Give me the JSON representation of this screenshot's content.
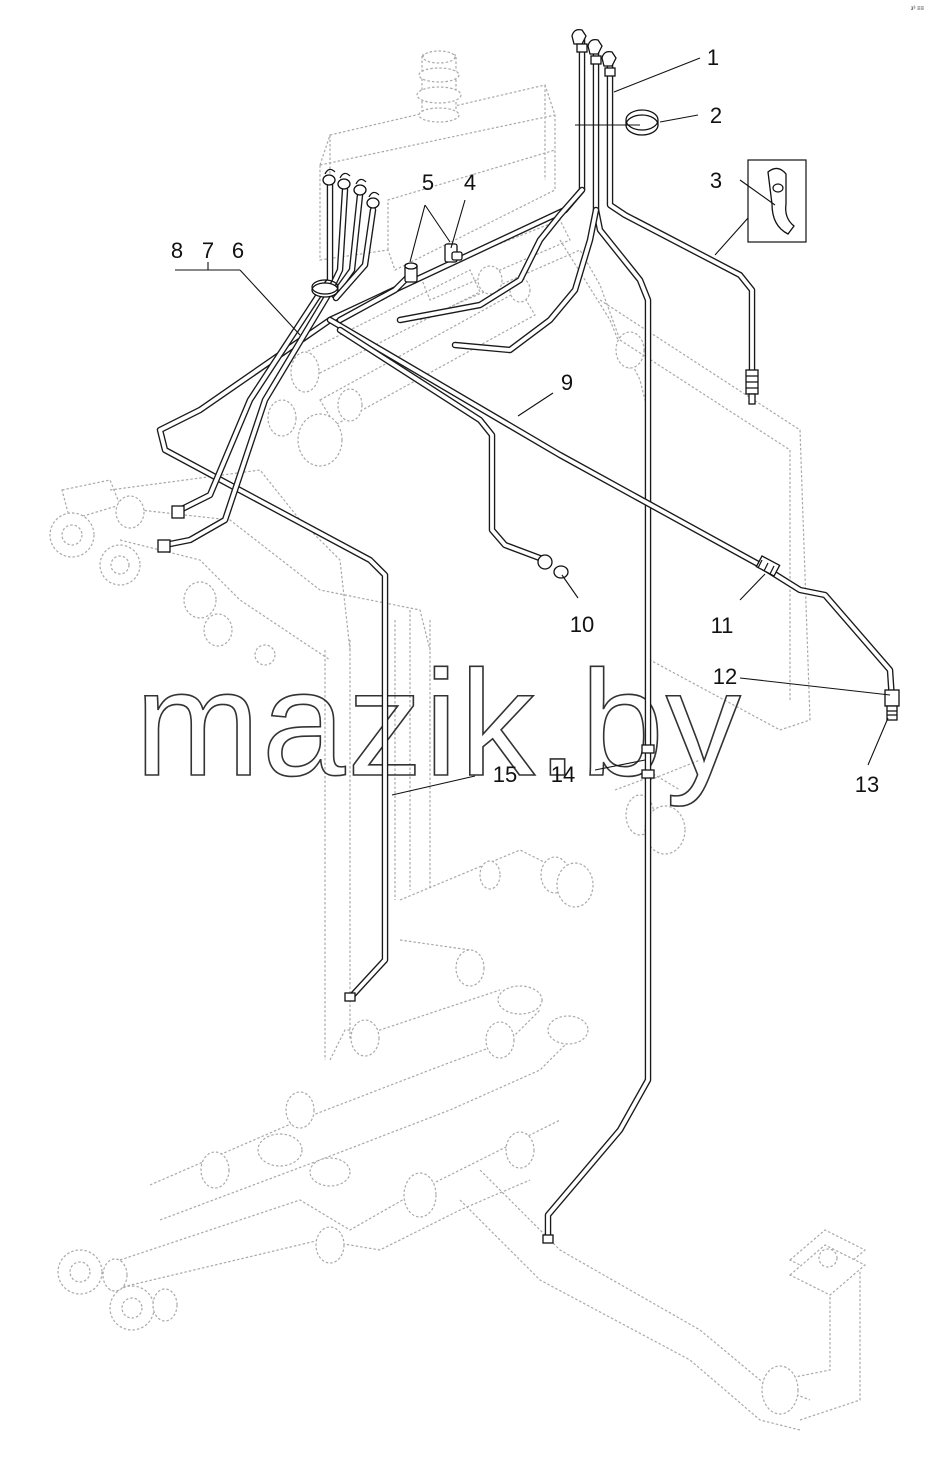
{
  "diagram": {
    "callouts": [
      {
        "id": "1",
        "label": "1"
      },
      {
        "id": "2",
        "label": "2"
      },
      {
        "id": "3",
        "label": "3"
      },
      {
        "id": "4",
        "label": "4"
      },
      {
        "id": "5",
        "label": "5"
      },
      {
        "id": "6",
        "label": "6"
      },
      {
        "id": "7",
        "label": "7"
      },
      {
        "id": "8",
        "label": "8"
      },
      {
        "id": "9",
        "label": "9"
      },
      {
        "id": "10",
        "label": "10"
      },
      {
        "id": "11",
        "label": "11"
      },
      {
        "id": "12",
        "label": "12"
      },
      {
        "id": "13",
        "label": "13"
      },
      {
        "id": "14",
        "label": "14"
      },
      {
        "id": "15",
        "label": "15"
      }
    ],
    "watermark": "mazik.by",
    "corner_mark": "з³ ≡≡"
  },
  "colors": {
    "line": "#111111",
    "ghost": "#a9a9a9",
    "background": "#ffffff"
  }
}
